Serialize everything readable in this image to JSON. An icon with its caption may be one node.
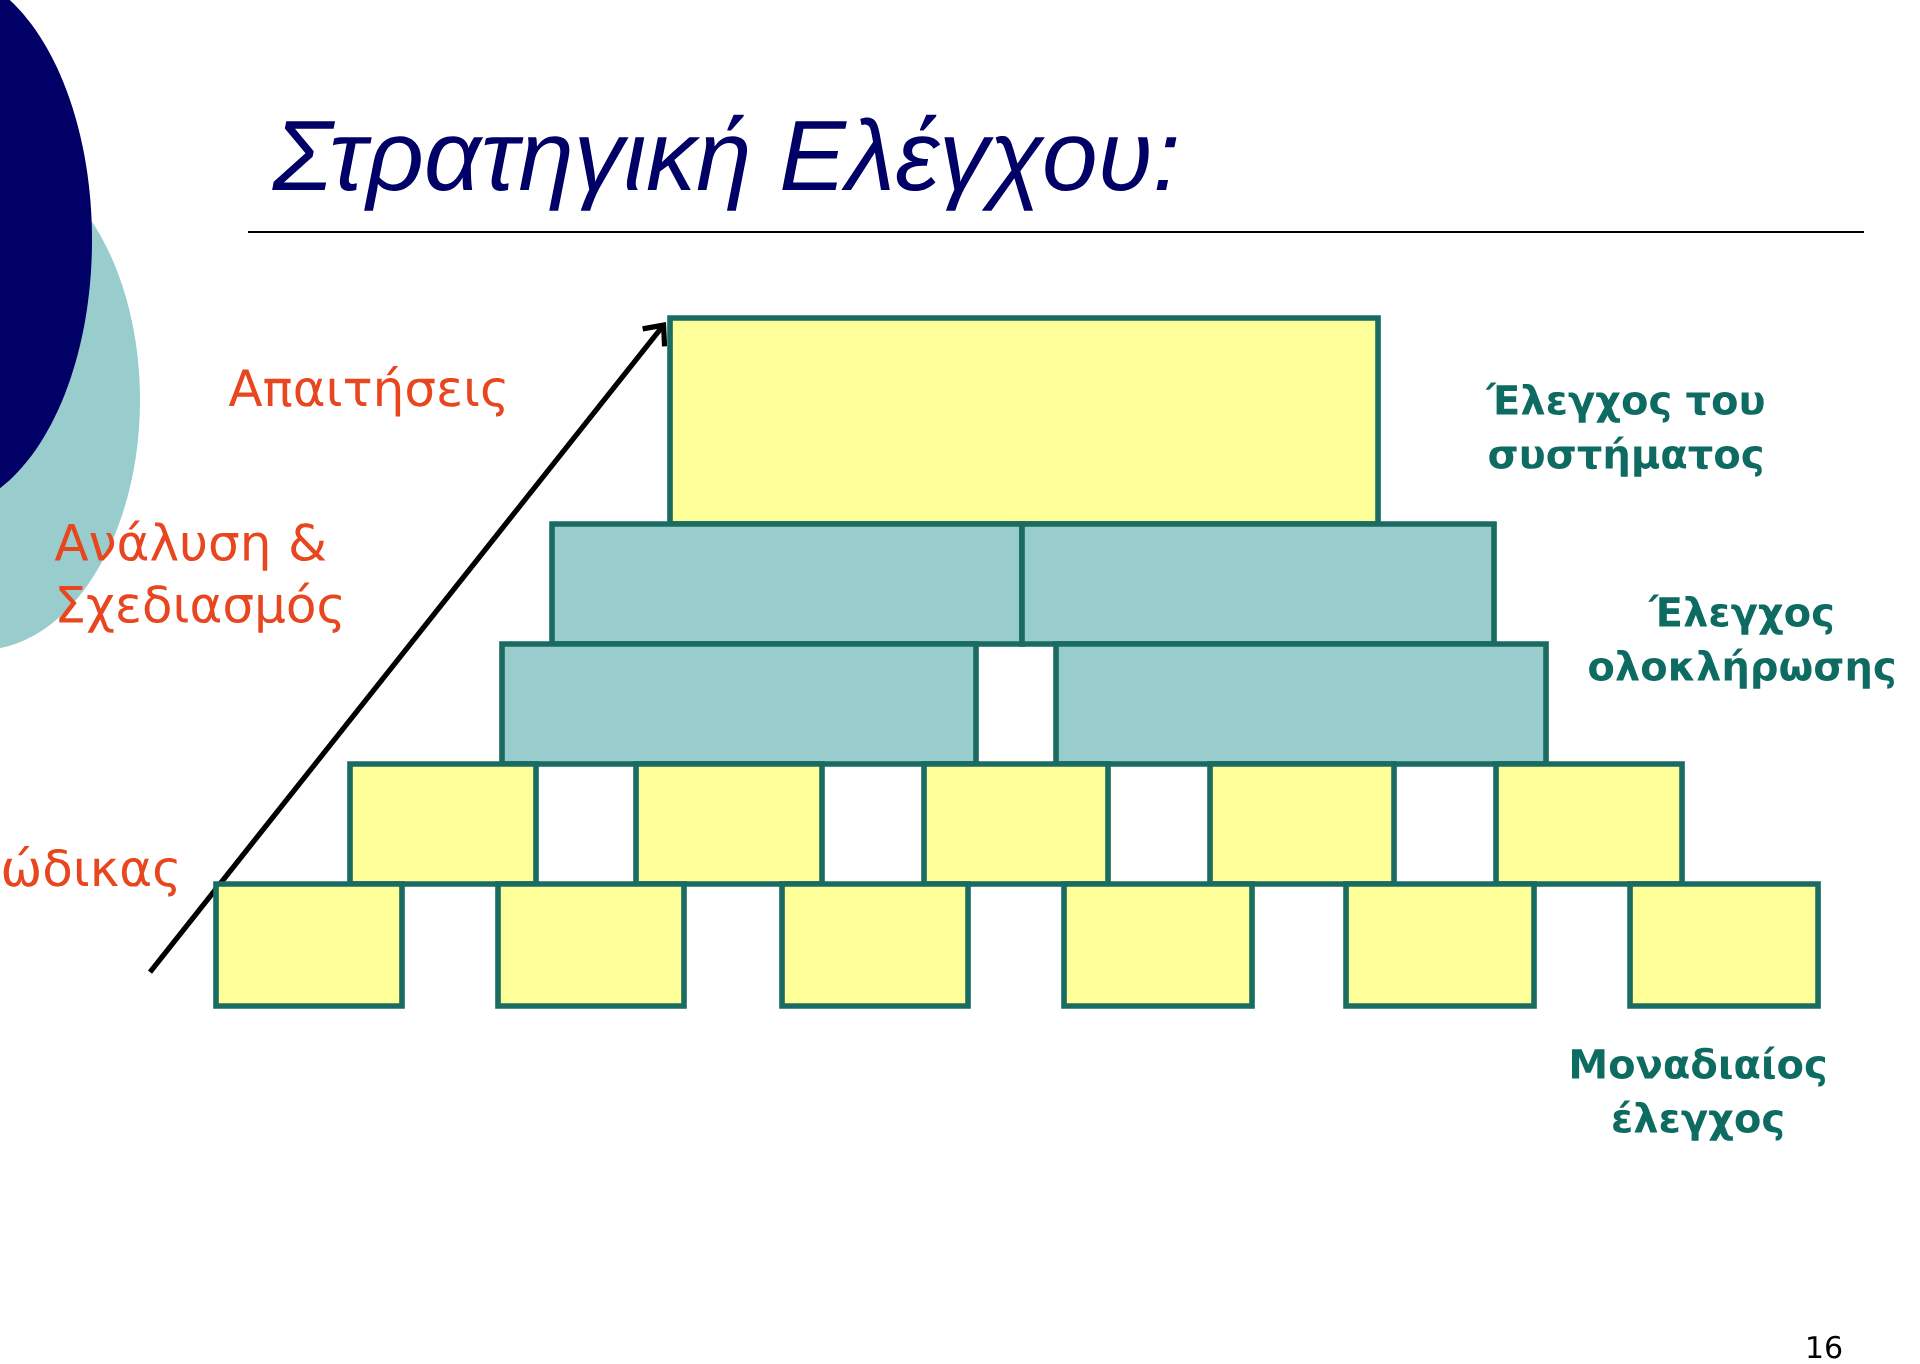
{
  "diagram": {
    "title": "Στρατηγική Ελέγχου:",
    "nodes": [
      {
        "text": [],
        "shape": "box"
      },
      {
        "text": [],
        "shape": "box"
      },
      {
        "text": [],
        "shape": "box"
      },
      {
        "text": [],
        "shape": "box"
      },
      {
        "text": [],
        "shape": "box"
      },
      {
        "text": [],
        "shape": "box"
      },
      {
        "text": [],
        "shape": "box"
      },
      {
        "text": [],
        "shape": "box"
      },
      {
        "text": [],
        "shape": "box"
      },
      {
        "text": [],
        "shape": "box"
      },
      {
        "text": [],
        "shape": "box"
      },
      {
        "text": [],
        "shape": "box"
      },
      {
        "text": [],
        "shape": "box"
      },
      {
        "text": [],
        "shape": "box"
      },
      {
        "text": [],
        "shape": "box"
      },
      {
        "text": [],
        "shape": "box"
      }
    ],
    "labels": [
      "Απαιτήσεις",
      "Έλεγχος του συστήματος",
      "Ανάλυση & Σχεδιασμός",
      "Έλεγχος ολοκλήρωσης",
      "ώδικας",
      "Μοναδιαίος έλεγχος",
      "16"
    ]
  }
}
